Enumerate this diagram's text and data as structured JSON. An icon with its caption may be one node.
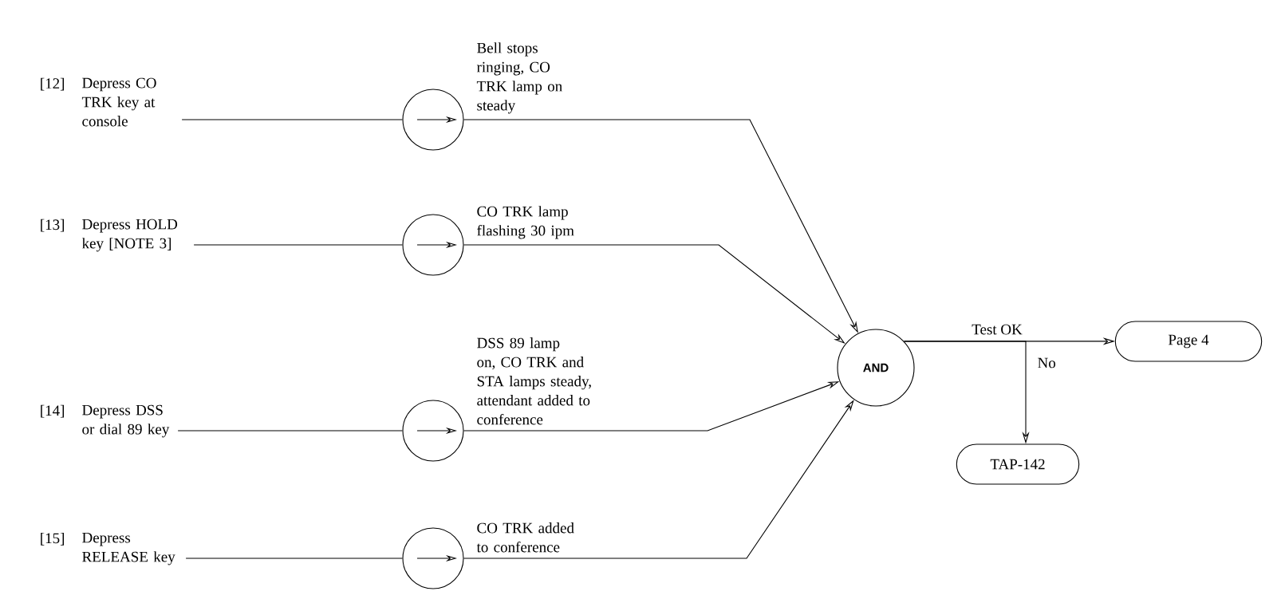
{
  "diagram": {
    "nodes": [
      {
        "text": [
          "Depress CO TRK key at console"
        ]
      },
      {
        "text": [],
        "shape": "circle"
      },
      {
        "text": [
          "Depress HOLD key [NOTE 3]"
        ]
      },
      {
        "text": [],
        "shape": "circle"
      },
      {
        "text": [
          "Depress DSS or dial 89 key"
        ]
      },
      {
        "text": [],
        "shape": "circle"
      },
      {
        "text": [
          "Depress RELEASE key"
        ]
      },
      {
        "text": [],
        "shape": "circle"
      },
      {
        "text": [
          "AND"
        ]
      },
      {
        "text": [
          "Page 4"
        ]
      },
      {
        "text": [
          "TAP-142"
        ]
      }
    ],
    "edges": [
      {
        "from": 0,
        "to": 1,
        "arrow": "none"
      },
      {
        "from": 1,
        "to": 8,
        "arrow": "to",
        "label": "Bell stops ringing, CO TRK lamp on steady"
      },
      {
        "from": 2,
        "to": 3,
        "arrow": "none"
      },
      {
        "from": 3,
        "to": 8,
        "arrow": "to",
        "label": "CO TRK lamp flashing 30 ipm"
      },
      {
        "from": 4,
        "to": 5,
        "arrow": "none"
      },
      {
        "from": 5,
        "to": 8,
        "arrow": "to",
        "label": "DSS 89 lamp on, CO TRK and STA lamps steady, attendant added to conference"
      },
      {
        "from": 6,
        "to": 7,
        "arrow": "none"
      },
      {
        "from": 7,
        "to": 8,
        "arrow": "to",
        "label": "CO TRK added to conference"
      },
      {
        "from": 8,
        "to": 9,
        "arrow": "to",
        "label": "Test OK"
      },
      {
        "from": 8,
        "to": 10,
        "arrow": "to",
        "label": "No"
      }
    ],
    "labels": [
      "[12]",
      "[13]",
      "[14]",
      "[15]"
    ]
  }
}
